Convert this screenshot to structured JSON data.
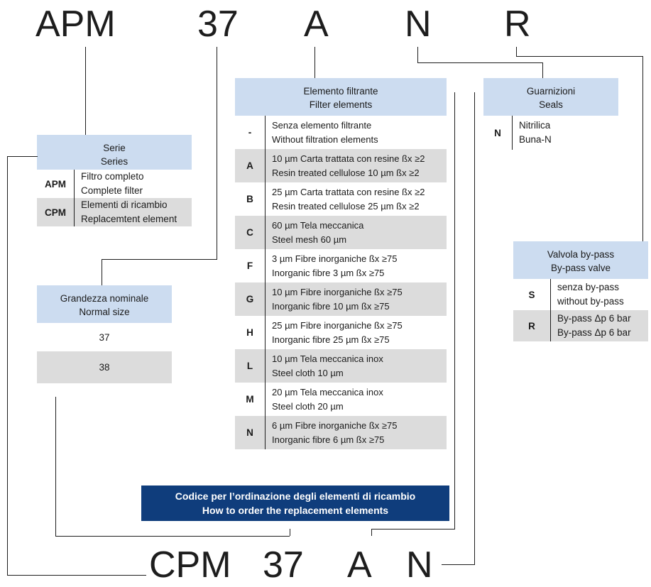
{
  "diagram": {
    "title_banner": {
      "line_it": "Codice per l’ordinazione degli elementi di ricambio",
      "line_en": "How to order the replacement elements",
      "background": "#0f3d7c",
      "text_color": "#ffffff"
    },
    "colors": {
      "header_blue": "#ccdcf0",
      "row_gray": "#dcdcdc",
      "row_white": "#ffffff",
      "banner_blue": "#0f3d7c",
      "line": "#1d1d1d"
    }
  },
  "top_code": {
    "label": "APM 37 A N R",
    "parts": [
      {
        "text": "APM"
      },
      {
        "text": "37"
      },
      {
        "text": "A"
      },
      {
        "text": "N"
      },
      {
        "text": "R"
      }
    ]
  },
  "bottom_code": {
    "label": "CPM 37 A N",
    "parts": [
      {
        "text": "CPM"
      },
      {
        "text": "37"
      },
      {
        "text": "A"
      },
      {
        "text": "N"
      }
    ]
  },
  "series": {
    "header_it": "Serie",
    "header_en": "Series",
    "rows": [
      {
        "key": "APM",
        "it": "Filtro completo",
        "en": "Complete filter"
      },
      {
        "key": "CPM",
        "it": "Elementi di ricambio",
        "en": "Replacemtent element"
      }
    ]
  },
  "nominal_size": {
    "header_it": "Grandezza nominale",
    "header_en": "Normal size",
    "rows": [
      {
        "value": "37"
      },
      {
        "value": "38"
      }
    ]
  },
  "filter_elements": {
    "header_it": "Elemento filtrante",
    "header_en": "Filter elements",
    "rows": [
      {
        "key": "-",
        "it": "Senza elemento filtrante",
        "en": "Without filtration elements"
      },
      {
        "key": "A",
        "it": "10 µm Carta trattata con resine ßx ≥2",
        "en": "Resin treated cellulose 10 µm ßx ≥2"
      },
      {
        "key": "B",
        "it": "25 µm Carta trattata con resine ßx ≥2",
        "en": "Resin treated cellulose 25 µm ßx ≥2"
      },
      {
        "key": "C",
        "it": "60 µm Tela meccanica",
        "en": "Steel mesh 60 µm"
      },
      {
        "key": "F",
        "it": "3 µm Fibre inorganiche ßx ≥75",
        "en": "Inorganic fibre 3 µm ßx ≥75"
      },
      {
        "key": "G",
        "it": "10 µm Fibre inorganiche ßx ≥75",
        "en": "Inorganic fibre 10 µm ßx ≥75"
      },
      {
        "key": "H",
        "it": "25 µm Fibre inorganiche ßx ≥75",
        "en": "Inorganic fibre 25 µm ßx ≥75"
      },
      {
        "key": "L",
        "it": "10 µm Tela meccanica inox",
        "en": "Steel cloth 10 µm"
      },
      {
        "key": "M",
        "it": "20 µm Tela meccanica inox",
        "en": "Steel cloth 20 µm"
      },
      {
        "key": "N",
        "it": "6 µm Fibre inorganiche ßx ≥75",
        "en": "Inorganic fibre 6 µm ßx ≥75"
      }
    ]
  },
  "seals": {
    "header_it": "Guarnizioni",
    "header_en": "Seals",
    "rows": [
      {
        "key": "N",
        "it": "Nitrilica",
        "en": "Buna-N"
      }
    ]
  },
  "bypass_valve": {
    "header_it": "Valvola by-pass",
    "header_en": "By-pass valve",
    "rows": [
      {
        "key": "S",
        "it": "senza by-pass",
        "en": "without by-pass"
      },
      {
        "key": "R",
        "it": "By-pass Δp 6 bar",
        "en": "By-pass Δp 6 bar"
      }
    ]
  }
}
